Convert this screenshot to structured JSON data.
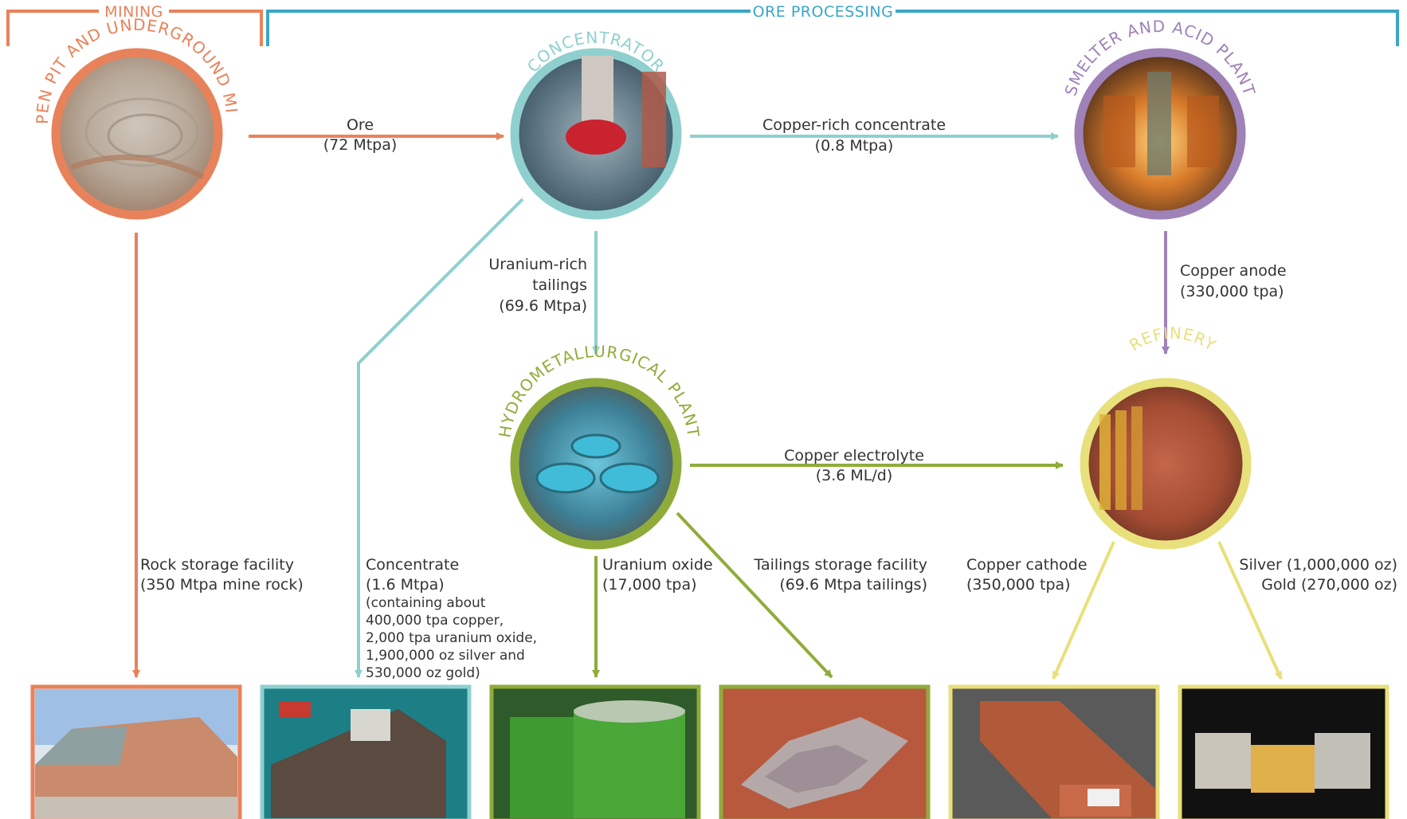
{
  "colors": {
    "mining": "#e8825a",
    "concentrator": "#8fd0cf",
    "smelter": "#9e82b8",
    "hydromet": "#8fac3a",
    "refinery": "#e8e07a",
    "header_blue": "#3aa6c6"
  },
  "headers": {
    "mining": "MINING",
    "ore_processing": "ORE PROCESSING"
  },
  "nodes": {
    "mine": {
      "title": "OPEN PIT AND UNDERGROUND MINE",
      "photo": "open-pit-mine-photo"
    },
    "concentrator": {
      "title": "CONCENTRATOR",
      "photo": "concentrator-photo"
    },
    "smelter": {
      "title": "SMELTER AND ACID PLANT",
      "photo": "smelter-photo"
    },
    "hydromet": {
      "title": "HYDROMETALLURGICAL PLANT",
      "photo": "hydromet-plant-photo"
    },
    "refinery": {
      "title": "REFINERY",
      "photo": "refinery-photo"
    }
  },
  "flows": {
    "ore": {
      "name": "Ore",
      "amount": "(72 Mtpa)"
    },
    "copper_concentrate": {
      "name": "Copper-rich concentrate",
      "amount": "(0.8 Mtpa)"
    },
    "uranium_tailings": {
      "line1": "Uranium-rich",
      "line2": "tailings",
      "amount": "(69.6 Mtpa)"
    },
    "copper_anode": {
      "name": "Copper anode",
      "amount": "(330,000 tpa)"
    },
    "copper_electrolyte": {
      "name": "Copper electrolyte",
      "amount": "(3.6 ML/d)"
    },
    "rock_storage": {
      "name": "Rock storage facility",
      "amount": "(350 Mtpa mine rock)"
    },
    "concentrate": {
      "name": "Concentrate",
      "amount": "(1.6 Mtpa)",
      "detail": [
        "(containing about",
        "400,000 tpa copper,",
        "2,000 tpa uranium oxide,",
        "1,900,000 oz silver and",
        "530,000 oz gold)"
      ]
    },
    "uranium_oxide": {
      "name": "Uranium oxide",
      "amount": "(17,000 tpa)"
    },
    "tailings_storage": {
      "name": "Tailings storage facility",
      "amount": "(69.6 Mtpa tailings)"
    },
    "copper_cathode": {
      "name": "Copper cathode",
      "amount": "(350,000 tpa)"
    },
    "silver_gold": {
      "silver": "Silver (1,000,000 oz)",
      "gold": "Gold (270,000 oz)"
    }
  },
  "products": [
    {
      "name": "rock-storage-photo"
    },
    {
      "name": "concentrate-ship-photo"
    },
    {
      "name": "uranium-drums-photo"
    },
    {
      "name": "tailings-ponds-photo"
    },
    {
      "name": "copper-cathode-photo"
    },
    {
      "name": "silver-gold-bars-photo"
    }
  ]
}
